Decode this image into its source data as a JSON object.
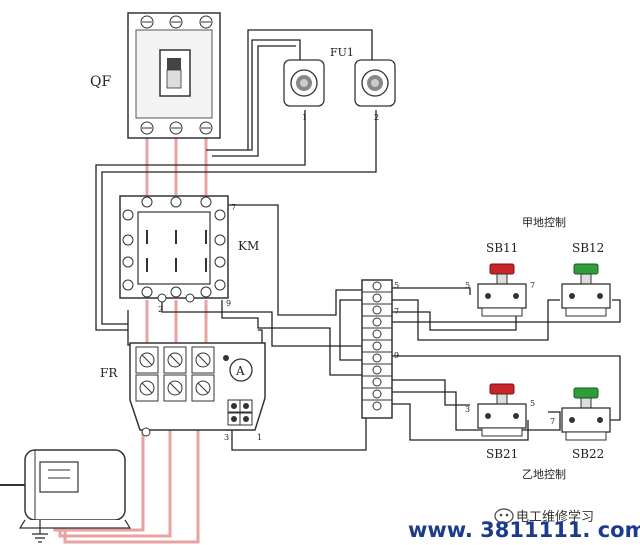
{
  "labels": {
    "qf": "QF",
    "fu1": "FU1",
    "km": "KM",
    "fr": "FR",
    "sb11": "SB11",
    "sb12": "SB12",
    "sb21": "SB21",
    "sb22": "SB22",
    "zone_a": "甲地控制",
    "zone_b": "乙地控制",
    "ammeter": "A"
  },
  "terminal_numbers": {
    "fu_left": "1",
    "fu_right": "2",
    "km_top": "7",
    "km_bottom_left": "2",
    "km_bottom_right": "9",
    "strip_5": "5",
    "strip_7": "7",
    "strip_9": "9",
    "sb11_left": "5",
    "sb11_right": "7",
    "sb21_left": "3",
    "sb21_right": "5",
    "sb22_left": "7",
    "fr_3": "3",
    "fr_1": "1"
  },
  "watermark": {
    "channel": "电工维修学习",
    "url": "www. 3811111. com"
  },
  "colors": {
    "wire": "#222222",
    "power_wire": "#e8a2a2",
    "stop_button": "#c8242a",
    "start_button": "#2f9e3a",
    "url_color": "#1c3b8c"
  }
}
